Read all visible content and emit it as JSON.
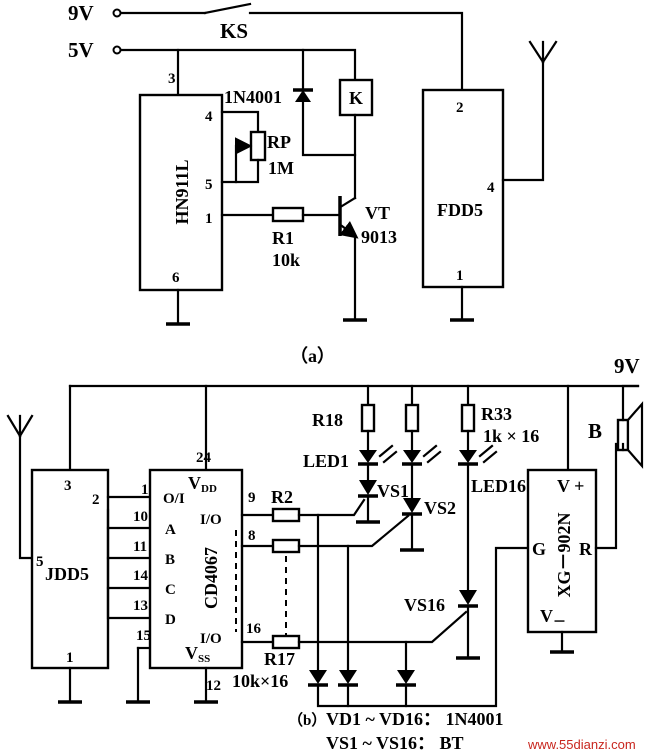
{
  "panel_a": {
    "caption": "（a）",
    "supply_9v": "9V",
    "supply_5v": "5V",
    "switch_label": "KS",
    "ic_hn911l": "HN911L",
    "ic_fdd5": "FDD5",
    "diode_1n4001": "1N4001",
    "relay_k": "K",
    "rp_name": "RP",
    "rp_value": "1M",
    "r1_name": "R1",
    "r1_value": "10k",
    "vt_name": "VT",
    "vt_value": "9013",
    "hn_pins": [
      "3",
      "4",
      "5",
      "1",
      "6"
    ],
    "fdd_pins": [
      "2",
      "4",
      "1"
    ]
  },
  "panel_b": {
    "caption": "（b）",
    "supply_9v": "9V",
    "ic_jdd5": "JDD5",
    "ic_cd4067": "CD4067",
    "ic_xg902n": "XG－902N",
    "jdd_pins": [
      "3",
      "2",
      "10",
      "11",
      "14",
      "13",
      "5",
      "15",
      "1"
    ],
    "cd_pin_labels": [
      "O/I",
      "A",
      "B",
      "C",
      "D",
      "I/O",
      "I/O"
    ],
    "cd_vdd": "V",
    "cd_vdd_sub": "DD",
    "cd_vss": "V",
    "cd_vss_sub": "SS",
    "cd_pins": [
      "1",
      "24",
      "9",
      "8",
      "16",
      "12"
    ],
    "r2": "R2",
    "r17": "R17",
    "r17_value": "10k×16",
    "r18": "R18",
    "r33": "R33",
    "r33_value": "1k × 16",
    "led1": "LED1",
    "led16": "LED16",
    "vs1": "VS1",
    "vs2": "VS2",
    "vs16": "VS16",
    "xg_vplus": "V +",
    "xg_g": "G",
    "xg_r": "R",
    "xg_vminus": "V",
    "xg_vminus_sub": "－",
    "speaker_b": "B",
    "note_vd": "VD1 ~ VD16：  1N4001",
    "note_vs": "VS1 ~ VS16：  BT"
  },
  "watermark": "www.55dianzi.com"
}
